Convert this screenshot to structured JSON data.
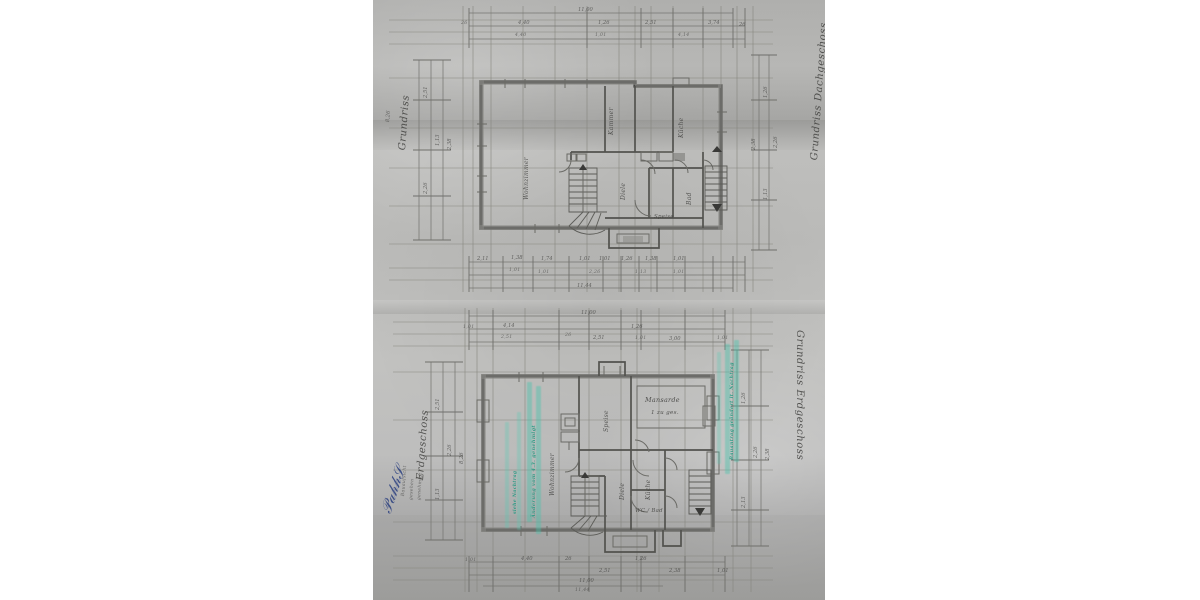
{
  "document": {
    "kind": "scanned-architectural-drawing",
    "media": "photographed paper sheet, folded, greyscale",
    "sheet_background_hex": "#bdbdbb",
    "page_background_hex": "#ffffff",
    "ink_hex": "#474745",
    "highlight_hex": "#49c2ab",
    "signature_hex": "#243a7d"
  },
  "plans": [
    {
      "id": "upper",
      "title_vertical_right": "Grundriss Dachgeschoss",
      "title_vertical_left": "Grundriss",
      "rooms": [
        {
          "label": "Wohnzimmer",
          "orientation": "vertical"
        },
        {
          "label": "Diele",
          "orientation": "vertical"
        },
        {
          "label": "Kammer",
          "orientation": "vertical"
        },
        {
          "label": "Küche",
          "orientation": "vertical"
        },
        {
          "label": "Bad",
          "orientation": "vertical"
        },
        {
          "label": "Speise",
          "orientation": "horizontal"
        }
      ],
      "dimensions_top": [
        "11,00",
        "4,40",
        "1,26",
        "2,51",
        "1,01",
        "3,74",
        "1,01",
        "2,26",
        "4,14",
        "26"
      ],
      "dimensions_bottom": [
        "11,44",
        "2,11",
        "1,38",
        "1,01",
        "1,74",
        "1,01",
        "1,01",
        "1,01",
        "1,26",
        "1,38",
        "1,01",
        "2,26",
        "1,13",
        "1,01"
      ],
      "dimensions_left": [
        "8,26",
        "2,51",
        "1,13",
        "2,26",
        "2,38",
        "1,01"
      ],
      "dimensions_right": [
        "1,26",
        "2,26",
        "1,13",
        "1,01",
        "2,38"
      ],
      "stairs": [
        {
          "type": "winder-stair",
          "direction_marker": "up"
        },
        {
          "type": "straight-stair",
          "direction_marker": "down"
        }
      ]
    },
    {
      "id": "lower",
      "title_vertical_right": "Grundriss Erdgeschoss",
      "title_vertical_left": "Erdgeschoss",
      "rooms": [
        {
          "label": "Wohnzimmer",
          "orientation": "vertical"
        },
        {
          "label": "Speise",
          "orientation": "vertical"
        },
        {
          "label": "Diele",
          "orientation": "vertical"
        },
        {
          "label": "Küche",
          "orientation": "vertical"
        },
        {
          "label": "WC / Bad",
          "orientation": "horizontal"
        }
      ],
      "boxed_note": {
        "line1": "Mansarde",
        "line2": "1 zu ges."
      },
      "dimensions_top": [
        "11,00",
        "4,14",
        "2,51",
        "26",
        "2,51",
        "1,26",
        "3,00",
        "1,01"
      ],
      "dimensions_bottom": [
        "11,00",
        "11,44",
        "4,40",
        "26",
        "2,51",
        "1,26",
        "2,38",
        "1,01"
      ],
      "dimensions_left": [
        "8,26",
        "2,51",
        "2,26",
        "1,13",
        "1,01"
      ],
      "dimensions_right": [
        "1,26",
        "2,26",
        "2,13",
        "1,01",
        "2,38"
      ],
      "stairs": [
        {
          "type": "winder-stair",
          "direction_marker": "up"
        },
        {
          "type": "straight-stair",
          "direction_marker": "down"
        }
      ],
      "annotations": [
        {
          "text": "Änderung vom  4.3.  genehmigt",
          "color": "green",
          "orientation": "vertical"
        },
        {
          "text": "siehe Nachtrag",
          "color": "green",
          "orientation": "vertical"
        },
        {
          "text": "Bauantrag  geändert  lt. Nachtrag",
          "color": "green",
          "orientation": "vertical"
        }
      ],
      "stamp_lines": [
        "Bauaufsicht",
        "gesehen",
        "genehmigt"
      ],
      "signature": {
        "present": true,
        "color": "blue",
        "orientation": "diagonal"
      }
    }
  ]
}
